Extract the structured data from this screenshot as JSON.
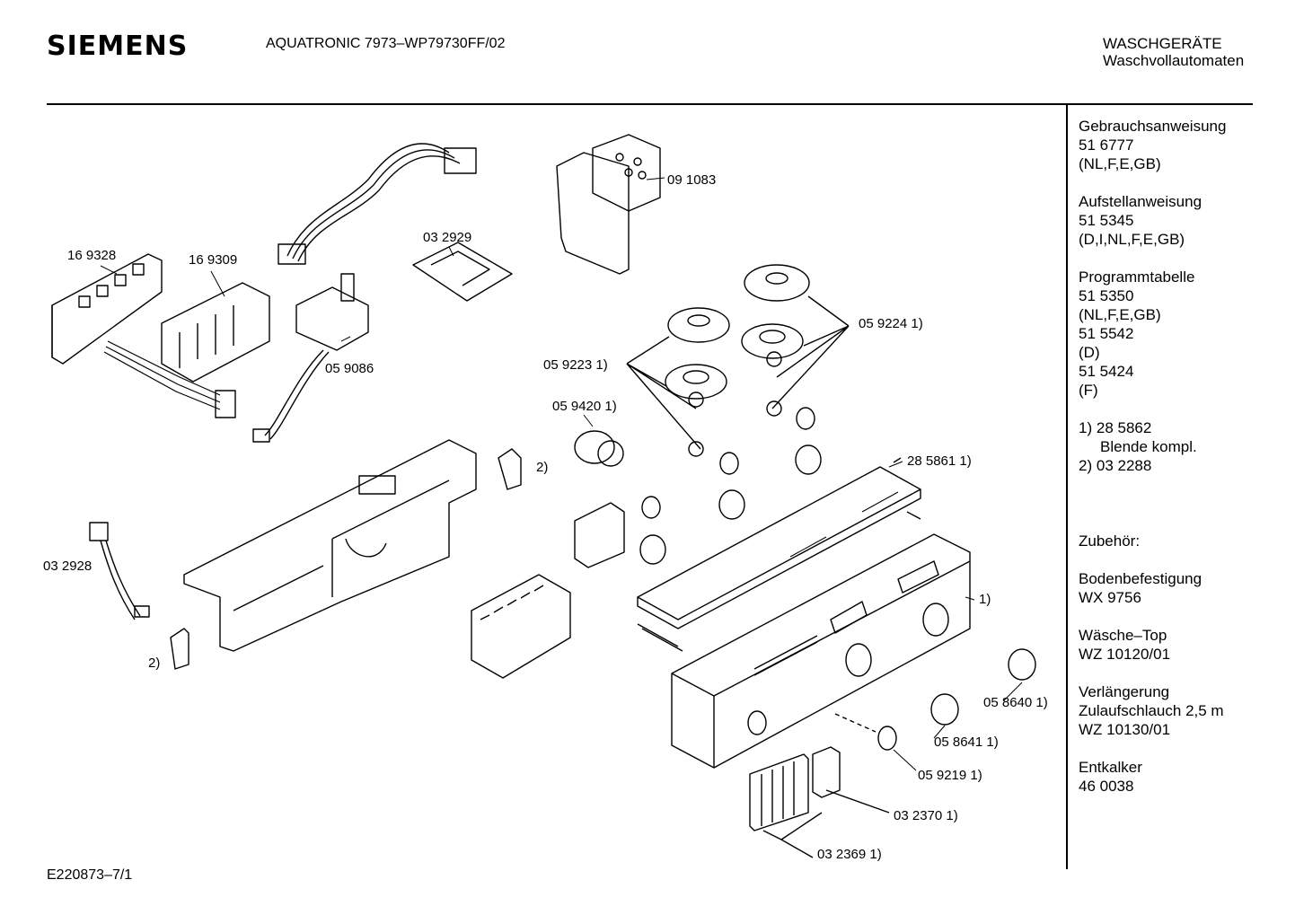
{
  "header": {
    "brand": "SIEMENS",
    "model": "AQUATRONIC 7973–WP79730FF/02",
    "category_line1": "WASCHGERÄTE",
    "category_line2": "Waschvollautomaten"
  },
  "sidebar": {
    "documents": [
      {
        "title": "Gebrauchsanweisung",
        "number": "51 6777",
        "langs": "(NL,F,E,GB)"
      },
      {
        "title": "Aufstellanweisung",
        "number": "51 5345",
        "langs": "(D,I,NL,F,E,GB)"
      },
      {
        "title": "Programmtabelle",
        "number": "51 5350",
        "langs": "(NL,F,E,GB)",
        "extra": [
          {
            "number": "51 5542",
            "langs": "(D)"
          },
          {
            "number": "51 5424",
            "langs": "(F)"
          }
        ]
      }
    ],
    "notes": [
      {
        "marker": "1)",
        "text": "28 5862",
        "sub": "Blende kompl."
      },
      {
        "marker": "2)",
        "text": "03 2288"
      }
    ],
    "accessories_title": "Zubehör:",
    "accessories": [
      {
        "name": "Bodenbefestigung",
        "code": "WX 9756"
      },
      {
        "name": "Wäsche–Top",
        "code": "WZ 10120/01"
      },
      {
        "name": "Verlängerung",
        "name2": "Zulaufschlauch 2,5 m",
        "code": "WZ 10130/01"
      },
      {
        "name": "Entkalker",
        "code": "46 0038"
      }
    ]
  },
  "parts": [
    {
      "id": "p169328",
      "label": "16 9328"
    },
    {
      "id": "p169309",
      "label": "16 9309"
    },
    {
      "id": "p059086",
      "label": "05 9086"
    },
    {
      "id": "p032929",
      "label": "03 2929"
    },
    {
      "id": "p091083",
      "label": "09 1083"
    },
    {
      "id": "p059224",
      "label": "05 9224 1)"
    },
    {
      "id": "p059223",
      "label": "05 9223 1)"
    },
    {
      "id": "p059420",
      "label": "05 9420 1)"
    },
    {
      "id": "p2a",
      "label": "2)"
    },
    {
      "id": "p285861",
      "label": "28 5861 1)"
    },
    {
      "id": "p032928",
      "label": "03 2928"
    },
    {
      "id": "p2b",
      "label": "2)"
    },
    {
      "id": "p1",
      "label": "1)"
    },
    {
      "id": "p058640",
      "label": "05 8640 1)"
    },
    {
      "id": "p058641",
      "label": "05 8641 1)"
    },
    {
      "id": "p059219",
      "label": "05 9219 1)"
    },
    {
      "id": "p032370",
      "label": "03 2370 1)"
    },
    {
      "id": "p032369",
      "label": "03 2369 1)"
    }
  ],
  "footer": {
    "code": "E220873–7/1"
  }
}
